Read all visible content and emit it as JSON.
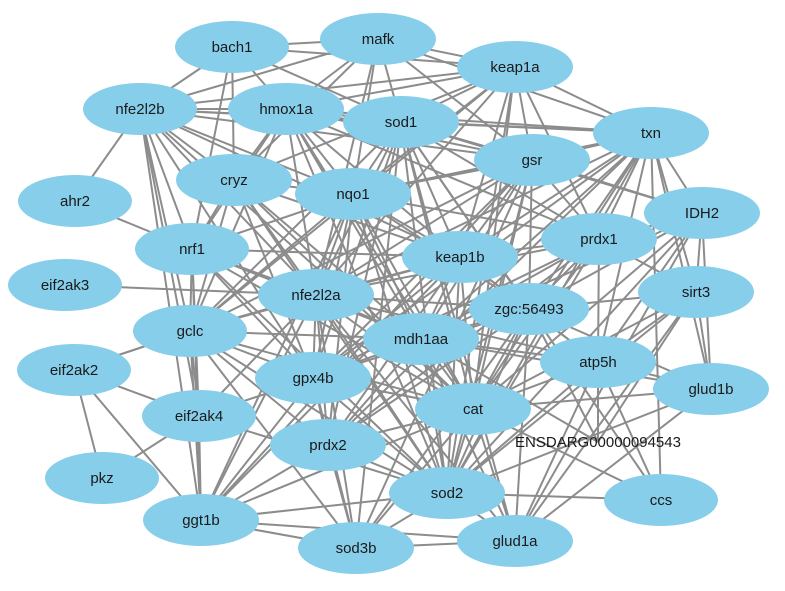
{
  "colors": {
    "node": "#87ceeb",
    "edge": "#8c8c8c",
    "label": "#1a1a1a",
    "background": "#ffffff"
  },
  "nodes": [
    {
      "id": "bach1",
      "label": "bach1"
    },
    {
      "id": "mafk",
      "label": "mafk"
    },
    {
      "id": "keap1a",
      "label": "keap1a"
    },
    {
      "id": "nfe2l2b",
      "label": "nfe2l2b"
    },
    {
      "id": "hmox1a",
      "label": "hmox1a"
    },
    {
      "id": "sod1",
      "label": "sod1"
    },
    {
      "id": "txn",
      "label": "txn"
    },
    {
      "id": "gsr",
      "label": "gsr"
    },
    {
      "id": "cryz",
      "label": "cryz"
    },
    {
      "id": "ahr2",
      "label": "ahr2"
    },
    {
      "id": "nqo1",
      "label": "nqo1"
    },
    {
      "id": "IDH2",
      "label": "IDH2"
    },
    {
      "id": "prdx1",
      "label": "prdx1"
    },
    {
      "id": "nrf1",
      "label": "nrf1"
    },
    {
      "id": "keap1b",
      "label": "keap1b"
    },
    {
      "id": "eif2ak3",
      "label": "eif2ak3"
    },
    {
      "id": "nfe2l2a",
      "label": "nfe2l2a"
    },
    {
      "id": "sirt3",
      "label": "sirt3"
    },
    {
      "id": "zgc56493",
      "label": "zgc:56493"
    },
    {
      "id": "gclc",
      "label": "gclc"
    },
    {
      "id": "mdh1aa",
      "label": "mdh1aa"
    },
    {
      "id": "eif2ak2",
      "label": "eif2ak2"
    },
    {
      "id": "atp5h",
      "label": "atp5h"
    },
    {
      "id": "gpx4b",
      "label": "gpx4b"
    },
    {
      "id": "glud1b",
      "label": "glud1b"
    },
    {
      "id": "cat",
      "label": "cat"
    },
    {
      "id": "eif2ak4",
      "label": "eif2ak4"
    },
    {
      "id": "ENSDARG",
      "label": "ENSDARG00000094543"
    },
    {
      "id": "prdx2",
      "label": "prdx2"
    },
    {
      "id": "pkz",
      "label": "pkz"
    },
    {
      "id": "sod2",
      "label": "sod2"
    },
    {
      "id": "ccs",
      "label": "ccs"
    },
    {
      "id": "ggt1b",
      "label": "ggt1b"
    },
    {
      "id": "glud1a",
      "label": "glud1a"
    },
    {
      "id": "sod3b",
      "label": "sod3b"
    }
  ],
  "edges": [
    [
      "bach1",
      "mafk"
    ],
    [
      "bach1",
      "nfe2l2b"
    ],
    [
      "bach1",
      "hmox1a"
    ],
    [
      "bach1",
      "sod1"
    ],
    [
      "bach1",
      "nrf1"
    ],
    [
      "bach1",
      "cryz"
    ],
    [
      "bach1",
      "keap1a"
    ],
    [
      "mafk",
      "keap1a"
    ],
    [
      "mafk",
      "nfe2l2b"
    ],
    [
      "mafk",
      "hmox1a"
    ],
    [
      "mafk",
      "sod1"
    ],
    [
      "mafk",
      "nfe2l2a"
    ],
    [
      "mafk",
      "nqo1"
    ],
    [
      "mafk",
      "gsr"
    ],
    [
      "mafk",
      "cryz"
    ],
    [
      "mafk",
      "txn"
    ],
    [
      "keap1a",
      "txn"
    ],
    [
      "keap1a",
      "nfe2l2b"
    ],
    [
      "keap1a",
      "hmox1a"
    ],
    [
      "keap1a",
      "sod1"
    ],
    [
      "keap1a",
      "gsr"
    ],
    [
      "keap1a",
      "nqo1"
    ],
    [
      "keap1a",
      "nfe2l2a"
    ],
    [
      "keap1a",
      "prdx1"
    ],
    [
      "keap1a",
      "keap1b"
    ],
    [
      "keap1a",
      "cat"
    ],
    [
      "keap1a",
      "sod2"
    ],
    [
      "keap1a",
      "gclc"
    ],
    [
      "keap1a",
      "cryz"
    ],
    [
      "nfe2l2b",
      "hmox1a"
    ],
    [
      "nfe2l2b",
      "ahr2"
    ],
    [
      "nfe2l2b",
      "cryz"
    ],
    [
      "nfe2l2b",
      "nrf1"
    ],
    [
      "nfe2l2b",
      "gclc"
    ],
    [
      "nfe2l2b",
      "nqo1"
    ],
    [
      "nfe2l2b",
      "sod1"
    ],
    [
      "nfe2l2b",
      "keap1b"
    ],
    [
      "nfe2l2b",
      "nfe2l2a"
    ],
    [
      "nfe2l2b",
      "ggt1b"
    ],
    [
      "nfe2l2b",
      "gpx4b"
    ],
    [
      "nfe2l2b",
      "eif2ak4"
    ],
    [
      "nfe2l2b",
      "txn"
    ],
    [
      "nfe2l2b",
      "gsr"
    ],
    [
      "nfe2l2b",
      "cat"
    ],
    [
      "hmox1a",
      "sod1"
    ],
    [
      "hmox1a",
      "txn"
    ],
    [
      "hmox1a",
      "gsr"
    ],
    [
      "hmox1a",
      "nqo1"
    ],
    [
      "hmox1a",
      "cryz"
    ],
    [
      "hmox1a",
      "nrf1"
    ],
    [
      "hmox1a",
      "nfe2l2a"
    ],
    [
      "hmox1a",
      "keap1b"
    ],
    [
      "hmox1a",
      "prdx1"
    ],
    [
      "hmox1a",
      "cat"
    ],
    [
      "hmox1a",
      "sod2"
    ],
    [
      "hmox1a",
      "gclc"
    ],
    [
      "hmox1a",
      "mdh1aa"
    ],
    [
      "sod1",
      "txn"
    ],
    [
      "sod1",
      "gsr"
    ],
    [
      "sod1",
      "nqo1"
    ],
    [
      "sod1",
      "prdx1"
    ],
    [
      "sod1",
      "keap1b"
    ],
    [
      "sod1",
      "cat"
    ],
    [
      "sod1",
      "sod2"
    ],
    [
      "sod1",
      "ccs"
    ],
    [
      "sod1",
      "nfe2l2a"
    ],
    [
      "sod1",
      "gpx4b"
    ],
    [
      "sod1",
      "sod3b"
    ],
    [
      "sod1",
      "zgc56493"
    ],
    [
      "sod1",
      "IDH2"
    ],
    [
      "sod1",
      "gclc"
    ],
    [
      "sod1",
      "prdx2"
    ],
    [
      "sod1",
      "glud1a"
    ],
    [
      "txn",
      "gsr"
    ],
    [
      "txn",
      "prdx1"
    ],
    [
      "txn",
      "IDH2"
    ],
    [
      "txn",
      "sirt3"
    ],
    [
      "txn",
      "zgc56493"
    ],
    [
      "txn",
      "keap1b"
    ],
    [
      "txn",
      "cat"
    ],
    [
      "txn",
      "sod2"
    ],
    [
      "txn",
      "gpx4b"
    ],
    [
      "txn",
      "atp5h"
    ],
    [
      "txn",
      "glud1b"
    ],
    [
      "txn",
      "nqo1"
    ],
    [
      "txn",
      "nfe2l2a"
    ],
    [
      "txn",
      "mdh1aa"
    ],
    [
      "txn",
      "prdx2"
    ],
    [
      "txn",
      "ccs"
    ],
    [
      "gsr",
      "nqo1"
    ],
    [
      "gsr",
      "prdx1"
    ],
    [
      "gsr",
      "keap1b"
    ],
    [
      "gsr",
      "cat"
    ],
    [
      "gsr",
      "sod2"
    ],
    [
      "gsr",
      "gclc"
    ],
    [
      "gsr",
      "gpx4b"
    ],
    [
      "gsr",
      "IDH2"
    ],
    [
      "gsr",
      "zgc56493"
    ],
    [
      "gsr",
      "nfe2l2a"
    ],
    [
      "gsr",
      "mdh1aa"
    ],
    [
      "gsr",
      "ggt1b"
    ],
    [
      "gsr",
      "sod3b"
    ],
    [
      "cryz",
      "nqo1"
    ],
    [
      "cryz",
      "nrf1"
    ],
    [
      "cryz",
      "nfe2l2a"
    ],
    [
      "cryz",
      "gclc"
    ],
    [
      "cryz",
      "keap1b"
    ],
    [
      "cryz",
      "mdh1aa"
    ],
    [
      "cryz",
      "sod2"
    ],
    [
      "cryz",
      "cat"
    ],
    [
      "cryz",
      "gpx4b"
    ],
    [
      "ahr2",
      "nrf1"
    ],
    [
      "nqo1",
      "nfe2l2a"
    ],
    [
      "nqo1",
      "keap1b"
    ],
    [
      "nqo1",
      "gclc"
    ],
    [
      "nqo1",
      "prdx1"
    ],
    [
      "nqo1",
      "cat"
    ],
    [
      "nqo1",
      "sod2"
    ],
    [
      "nqo1",
      "gpx4b"
    ],
    [
      "nqo1",
      "mdh1aa"
    ],
    [
      "nqo1",
      "zgc56493"
    ],
    [
      "nqo1",
      "nrf1"
    ],
    [
      "nqo1",
      "prdx2"
    ],
    [
      "nqo1",
      "ggt1b"
    ],
    [
      "IDH2",
      "prdx1"
    ],
    [
      "IDH2",
      "sirt3"
    ],
    [
      "IDH2",
      "zgc56493"
    ],
    [
      "IDH2",
      "atp5h"
    ],
    [
      "IDH2",
      "cat"
    ],
    [
      "IDH2",
      "sod2"
    ],
    [
      "IDH2",
      "glud1b"
    ],
    [
      "IDH2",
      "mdh1aa"
    ],
    [
      "IDH2",
      "glud1a"
    ],
    [
      "prdx1",
      "keap1b"
    ],
    [
      "prdx1",
      "zgc56493"
    ],
    [
      "prdx1",
      "cat"
    ],
    [
      "prdx1",
      "sod2"
    ],
    [
      "prdx1",
      "gpx4b"
    ],
    [
      "prdx1",
      "prdx2"
    ],
    [
      "prdx1",
      "sirt3"
    ],
    [
      "prdx1",
      "atp5h"
    ],
    [
      "prdx1",
      "mdh1aa"
    ],
    [
      "prdx1",
      "nfe2l2a"
    ],
    [
      "nrf1",
      "nfe2l2a"
    ],
    [
      "nrf1",
      "gclc"
    ],
    [
      "nrf1",
      "keap1b"
    ],
    [
      "nrf1",
      "mdh1aa"
    ],
    [
      "nrf1",
      "gpx4b"
    ],
    [
      "nrf1",
      "sod2"
    ],
    [
      "nrf1",
      "ggt1b"
    ],
    [
      "nrf1",
      "eif2ak4"
    ],
    [
      "nrf1",
      "cat"
    ],
    [
      "keap1b",
      "nfe2l2a"
    ],
    [
      "keap1b",
      "zgc56493"
    ],
    [
      "keap1b",
      "mdh1aa"
    ],
    [
      "keap1b",
      "cat"
    ],
    [
      "keap1b",
      "sod2"
    ],
    [
      "keap1b",
      "gclc"
    ],
    [
      "keap1b",
      "gpx4b"
    ],
    [
      "keap1b",
      "prdx2"
    ],
    [
      "keap1b",
      "atp5h"
    ],
    [
      "keap1b",
      "ggt1b"
    ],
    [
      "eif2ak3",
      "nfe2l2a"
    ],
    [
      "nfe2l2a",
      "gclc"
    ],
    [
      "nfe2l2a",
      "mdh1aa"
    ],
    [
      "nfe2l2a",
      "gpx4b"
    ],
    [
      "nfe2l2a",
      "cat"
    ],
    [
      "nfe2l2a",
      "sod2"
    ],
    [
      "nfe2l2a",
      "zgc56493"
    ],
    [
      "nfe2l2a",
      "prdx2"
    ],
    [
      "nfe2l2a",
      "ggt1b"
    ],
    [
      "nfe2l2a",
      "sod3b"
    ],
    [
      "nfe2l2a",
      "eif2ak4"
    ],
    [
      "nfe2l2a",
      "atp5h"
    ],
    [
      "nfe2l2a",
      "glud1a"
    ],
    [
      "sirt3",
      "zgc56493"
    ],
    [
      "sirt3",
      "atp5h"
    ],
    [
      "sirt3",
      "glud1b"
    ],
    [
      "sirt3",
      "cat"
    ],
    [
      "sirt3",
      "sod2"
    ],
    [
      "sirt3",
      "glud1a"
    ],
    [
      "sirt3",
      "ENSDARG"
    ],
    [
      "zgc56493",
      "mdh1aa"
    ],
    [
      "zgc56493",
      "atp5h"
    ],
    [
      "zgc56493",
      "cat"
    ],
    [
      "zgc56493",
      "sod2"
    ],
    [
      "zgc56493",
      "gpx4b"
    ],
    [
      "zgc56493",
      "glud1b"
    ],
    [
      "zgc56493",
      "ENSDARG"
    ],
    [
      "zgc56493",
      "prdx2"
    ],
    [
      "zgc56493",
      "sod3b"
    ],
    [
      "zgc56493",
      "glud1a"
    ],
    [
      "gclc",
      "eif2ak2"
    ],
    [
      "gclc",
      "eif2ak4"
    ],
    [
      "gclc",
      "gpx4b"
    ],
    [
      "gclc",
      "mdh1aa"
    ],
    [
      "gclc",
      "ggt1b"
    ],
    [
      "gclc",
      "sod2"
    ],
    [
      "gclc",
      "cat"
    ],
    [
      "gclc",
      "prdx2"
    ],
    [
      "gclc",
      "sod3b"
    ],
    [
      "mdh1aa",
      "atp5h"
    ],
    [
      "mdh1aa",
      "cat"
    ],
    [
      "mdh1aa",
      "gpx4b"
    ],
    [
      "mdh1aa",
      "sod2"
    ],
    [
      "mdh1aa",
      "prdx2"
    ],
    [
      "mdh1aa",
      "glud1a"
    ],
    [
      "mdh1aa",
      "ENSDARG"
    ],
    [
      "mdh1aa",
      "glud1b"
    ],
    [
      "eif2ak2",
      "eif2ak4"
    ],
    [
      "eif2ak2",
      "pkz"
    ],
    [
      "eif2ak2",
      "gclc"
    ],
    [
      "atp5h",
      "cat"
    ],
    [
      "atp5h",
      "sod2"
    ],
    [
      "atp5h",
      "glud1b"
    ],
    [
      "atp5h",
      "glud1a"
    ],
    [
      "atp5h",
      "ENSDARG"
    ],
    [
      "atp5h",
      "ccs"
    ],
    [
      "gpx4b",
      "cat"
    ],
    [
      "gpx4b",
      "sod2"
    ],
    [
      "gpx4b",
      "prdx2"
    ],
    [
      "gpx4b",
      "ggt1b"
    ],
    [
      "gpx4b",
      "sod3b"
    ],
    [
      "gpx4b",
      "eif2ak4"
    ],
    [
      "glud1b",
      "glud1a"
    ],
    [
      "glud1b",
      "cat"
    ],
    [
      "glud1b",
      "sod2"
    ],
    [
      "cat",
      "sod2"
    ],
    [
      "cat",
      "prdx2"
    ],
    [
      "cat",
      "sod3b"
    ],
    [
      "cat",
      "glud1a"
    ],
    [
      "cat",
      "ccs"
    ],
    [
      "cat",
      "ggt1b"
    ],
    [
      "eif2ak4",
      "pkz"
    ],
    [
      "eif2ak4",
      "ggt1b"
    ],
    [
      "eif2ak4",
      "sod2"
    ],
    [
      "prdx2",
      "sod2"
    ],
    [
      "prdx2",
      "ggt1b"
    ],
    [
      "prdx2",
      "sod3b"
    ],
    [
      "sod2",
      "ccs"
    ],
    [
      "sod2",
      "sod3b"
    ],
    [
      "sod2",
      "glud1a"
    ],
    [
      "sod2",
      "ggt1b"
    ],
    [
      "ggt1b",
      "sod3b"
    ],
    [
      "ggt1b",
      "glud1a"
    ],
    [
      "glud1a",
      "sod3b"
    ],
    [
      "eif2ak2",
      "ggt1b"
    ]
  ]
}
